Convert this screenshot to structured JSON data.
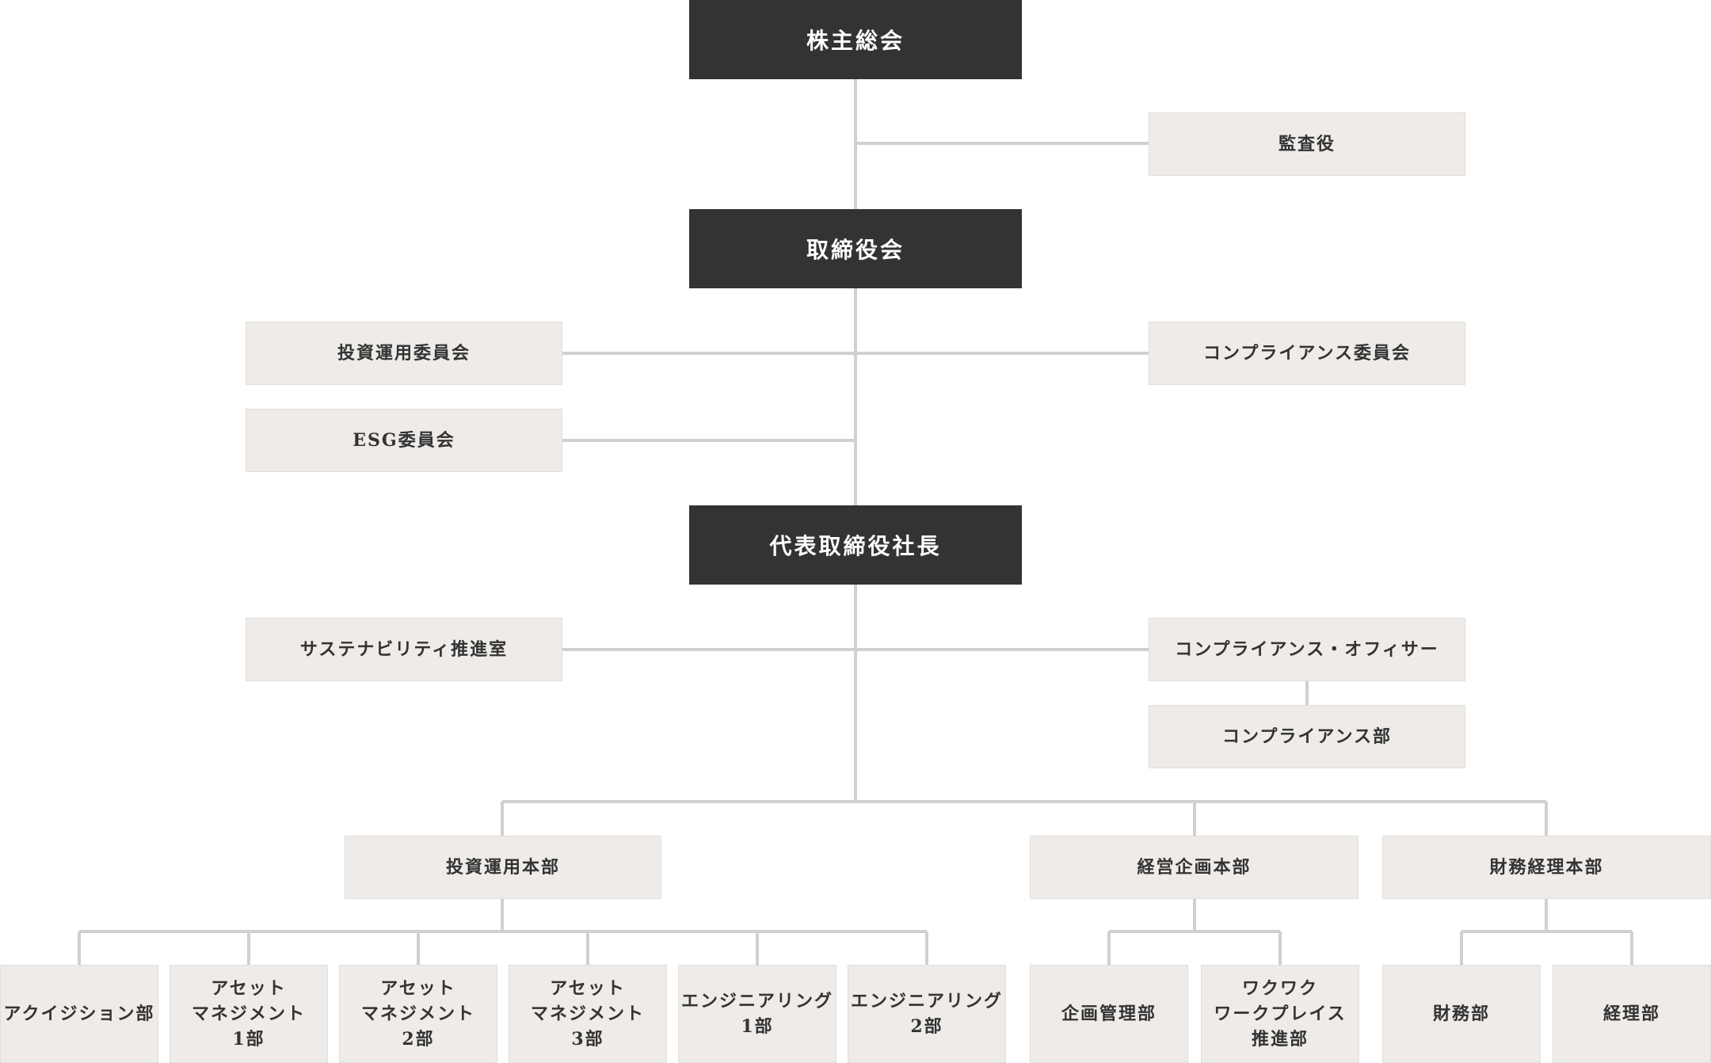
{
  "colors": {
    "dark_box": "#333333",
    "light_box": "#eeebe8",
    "connector": "#d0d0d0",
    "dark_text": "#ffffff",
    "light_text": "#333333"
  },
  "nodes": {
    "shareholders_meeting": "株主総会",
    "auditor": "監査役",
    "board_of_directors": "取締役会",
    "investment_committee": "投資運用委員会",
    "compliance_committee": "コンプライアンス委員会",
    "esg_committee": "ESG委員会",
    "president": "代表取締役社長",
    "sustainability_office": "サステナビリティ推進室",
    "compliance_officer": "コンプライアンス・オフィサー",
    "compliance_dept": "コンプライアンス部",
    "investment_division": "投資運用本部",
    "corporate_planning_division": "経営企画本部",
    "finance_accounting_division": "財務経理本部",
    "acquisition_dept": "アクイジション部",
    "asset_management_1": "アセット\nマネジメント\n1部",
    "asset_management_2": "アセット\nマネジメント\n2部",
    "asset_management_3": "アセット\nマネジメント\n3部",
    "engineering_1": "エンジニアリング\n1部",
    "engineering_2": "エンジニアリング\n2部",
    "planning_management_dept": "企画管理部",
    "workplace_promotion_dept": "ワクワク\nワークプレイス\n推進部",
    "finance_dept": "財務部",
    "accounting_dept": "経理部"
  }
}
